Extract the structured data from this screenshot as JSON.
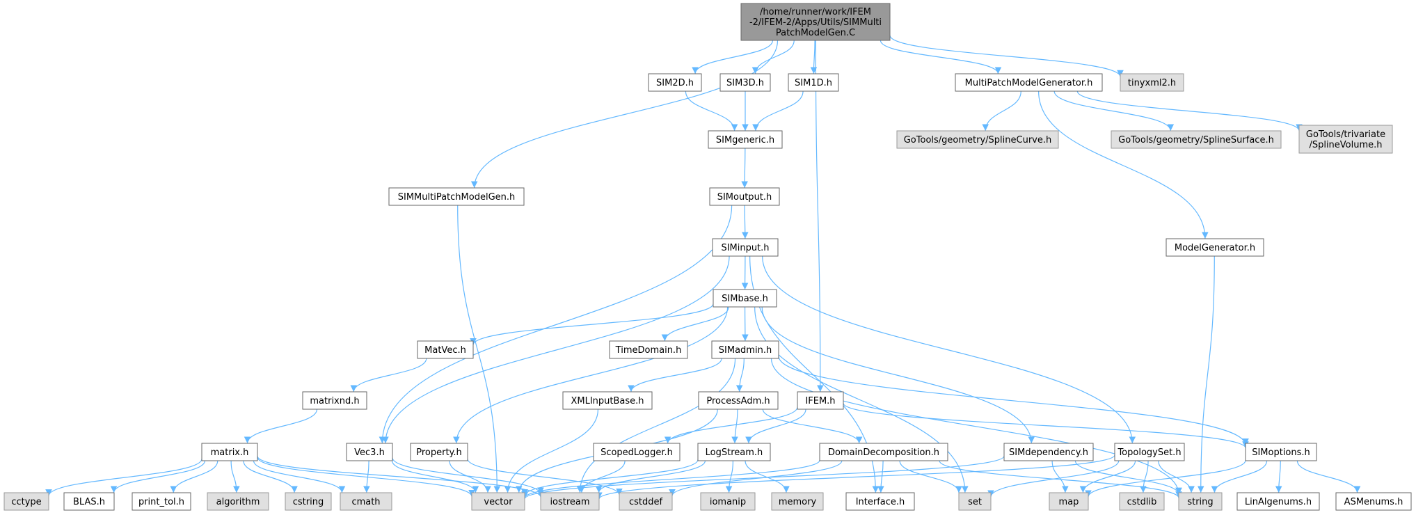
{
  "graph": {
    "colors": {
      "edge": "#63b8ff",
      "root_fill": "#999999",
      "root_border": "#666666",
      "local_fill": "#ffffff",
      "local_border": "#666666",
      "external_fill": "#e0e0e0",
      "external_border": "#999999"
    },
    "nodes": [
      {
        "id": "root",
        "lines": [
          "/home/runner/work/IFEM",
          "-2/IFEM-2/Apps/Utils/SIMMulti",
          "PatchModelGen.C"
        ],
        "kind": "root"
      },
      {
        "id": "sim2d",
        "lines": [
          "SIM2D.h"
        ],
        "kind": "local"
      },
      {
        "id": "sim3d",
        "lines": [
          "SIM3D.h"
        ],
        "kind": "local"
      },
      {
        "id": "sim1d",
        "lines": [
          "SIM1D.h"
        ],
        "kind": "local"
      },
      {
        "id": "mpmg",
        "lines": [
          "MultiPatchModelGenerator.h"
        ],
        "kind": "local"
      },
      {
        "id": "tinyxml",
        "lines": [
          "tinyxml2.h"
        ],
        "kind": "external"
      },
      {
        "id": "simgeneric",
        "lines": [
          "SIMgeneric.h"
        ],
        "kind": "local"
      },
      {
        "id": "splinecurve",
        "lines": [
          "GoTools/geometry/SplineCurve.h"
        ],
        "kind": "external"
      },
      {
        "id": "splinesurf",
        "lines": [
          "GoTools/geometry/SplineSurface.h"
        ],
        "kind": "external"
      },
      {
        "id": "splinevol",
        "lines": [
          "GoTools/trivariate",
          "/SplineVolume.h"
        ],
        "kind": "external"
      },
      {
        "id": "simmpmg",
        "lines": [
          "SIMMultiPatchModelGen.h"
        ],
        "kind": "local"
      },
      {
        "id": "simoutput",
        "lines": [
          "SIMoutput.h"
        ],
        "kind": "local"
      },
      {
        "id": "modelgen",
        "lines": [
          "ModelGenerator.h"
        ],
        "kind": "local"
      },
      {
        "id": "siminput",
        "lines": [
          "SIMinput.h"
        ],
        "kind": "local"
      },
      {
        "id": "simbase",
        "lines": [
          "SIMbase.h"
        ],
        "kind": "local"
      },
      {
        "id": "matvec",
        "lines": [
          "MatVec.h"
        ],
        "kind": "local"
      },
      {
        "id": "timedomain",
        "lines": [
          "TimeDomain.h"
        ],
        "kind": "local"
      },
      {
        "id": "simadmin",
        "lines": [
          "SIMadmin.h"
        ],
        "kind": "local"
      },
      {
        "id": "matrixnd",
        "lines": [
          "matrixnd.h"
        ],
        "kind": "local"
      },
      {
        "id": "xmlinput",
        "lines": [
          "XMLInputBase.h"
        ],
        "kind": "local"
      },
      {
        "id": "processadm",
        "lines": [
          "ProcessAdm.h"
        ],
        "kind": "local"
      },
      {
        "id": "ifem",
        "lines": [
          "IFEM.h"
        ],
        "kind": "local"
      },
      {
        "id": "matrix",
        "lines": [
          "matrix.h"
        ],
        "kind": "local"
      },
      {
        "id": "vec3",
        "lines": [
          "Vec3.h"
        ],
        "kind": "local"
      },
      {
        "id": "property",
        "lines": [
          "Property.h"
        ],
        "kind": "local"
      },
      {
        "id": "scopedlogger",
        "lines": [
          "ScopedLogger.h"
        ],
        "kind": "local"
      },
      {
        "id": "logstream",
        "lines": [
          "LogStream.h"
        ],
        "kind": "local"
      },
      {
        "id": "domaindecomp",
        "lines": [
          "DomainDecomposition.h"
        ],
        "kind": "local"
      },
      {
        "id": "simdependency",
        "lines": [
          "SIMdependency.h"
        ],
        "kind": "local"
      },
      {
        "id": "topologyset",
        "lines": [
          "TopologySet.h"
        ],
        "kind": "local"
      },
      {
        "id": "simoptions",
        "lines": [
          "SIMoptions.h"
        ],
        "kind": "local"
      },
      {
        "id": "cctype",
        "lines": [
          "cctype"
        ],
        "kind": "external"
      },
      {
        "id": "blas",
        "lines": [
          "BLAS.h"
        ],
        "kind": "local"
      },
      {
        "id": "printtol",
        "lines": [
          "print_tol.h"
        ],
        "kind": "local"
      },
      {
        "id": "algorithm",
        "lines": [
          "algorithm"
        ],
        "kind": "external"
      },
      {
        "id": "cstring",
        "lines": [
          "cstring"
        ],
        "kind": "external"
      },
      {
        "id": "cmath",
        "lines": [
          "cmath"
        ],
        "kind": "external"
      },
      {
        "id": "vector",
        "lines": [
          "vector"
        ],
        "kind": "external"
      },
      {
        "id": "iostream",
        "lines": [
          "iostream"
        ],
        "kind": "external"
      },
      {
        "id": "cstddef",
        "lines": [
          "cstddef"
        ],
        "kind": "external"
      },
      {
        "id": "iomanip",
        "lines": [
          "iomanip"
        ],
        "kind": "external"
      },
      {
        "id": "memory",
        "lines": [
          "memory"
        ],
        "kind": "external"
      },
      {
        "id": "interface",
        "lines": [
          "Interface.h"
        ],
        "kind": "local"
      },
      {
        "id": "set",
        "lines": [
          "set"
        ],
        "kind": "external"
      },
      {
        "id": "map",
        "lines": [
          "map"
        ],
        "kind": "external"
      },
      {
        "id": "cstdlib",
        "lines": [
          "cstdlib"
        ],
        "kind": "external"
      },
      {
        "id": "string",
        "lines": [
          "string"
        ],
        "kind": "external"
      },
      {
        "id": "linalgenums",
        "lines": [
          "LinAlgenums.h"
        ],
        "kind": "local"
      },
      {
        "id": "asmenums",
        "lines": [
          "ASMenums.h"
        ],
        "kind": "local"
      }
    ],
    "edges": [
      [
        "root",
        "sim2d"
      ],
      [
        "root",
        "sim3d"
      ],
      [
        "root",
        "sim1d"
      ],
      [
        "root",
        "mpmg"
      ],
      [
        "root",
        "tinyxml"
      ],
      [
        "root",
        "simmpmg"
      ],
      [
        "root",
        "ifem"
      ],
      [
        "sim2d",
        "simgeneric"
      ],
      [
        "sim3d",
        "simgeneric"
      ],
      [
        "sim1d",
        "simgeneric"
      ],
      [
        "mpmg",
        "splinecurve"
      ],
      [
        "mpmg",
        "splinesurf"
      ],
      [
        "mpmg",
        "splinevol"
      ],
      [
        "mpmg",
        "modelgen"
      ],
      [
        "simgeneric",
        "simoutput"
      ],
      [
        "simmpmg",
        "vector"
      ],
      [
        "simoutput",
        "siminput"
      ],
      [
        "simoutput",
        "vec3"
      ],
      [
        "modelgen",
        "string"
      ],
      [
        "siminput",
        "simbase"
      ],
      [
        "siminput",
        "vec3"
      ],
      [
        "siminput",
        "topologyset"
      ],
      [
        "siminput",
        "interface"
      ],
      [
        "simbase",
        "matvec"
      ],
      [
        "simbase",
        "timedomain"
      ],
      [
        "simbase",
        "simadmin"
      ],
      [
        "simbase",
        "property"
      ],
      [
        "simbase",
        "simdependency"
      ],
      [
        "simbase",
        "set"
      ],
      [
        "matvec",
        "matrixnd"
      ],
      [
        "matrixnd",
        "matrix"
      ],
      [
        "simadmin",
        "xmlinput"
      ],
      [
        "simadmin",
        "processadm"
      ],
      [
        "simadmin",
        "iostream"
      ],
      [
        "simadmin",
        "simoptions"
      ],
      [
        "simadmin",
        "string"
      ],
      [
        "xmlinput",
        "vector"
      ],
      [
        "processadm",
        "logstream"
      ],
      [
        "processadm",
        "domaindecomp"
      ],
      [
        "processadm",
        "vector"
      ],
      [
        "ifem",
        "scopedlogger"
      ],
      [
        "ifem",
        "logstream"
      ],
      [
        "ifem",
        "simoptions"
      ],
      [
        "matrix",
        "cctype"
      ],
      [
        "matrix",
        "blas"
      ],
      [
        "matrix",
        "printtol"
      ],
      [
        "matrix",
        "algorithm"
      ],
      [
        "matrix",
        "cstring"
      ],
      [
        "matrix",
        "cmath"
      ],
      [
        "matrix",
        "vector"
      ],
      [
        "matrix",
        "iostream"
      ],
      [
        "vec3",
        "cmath"
      ],
      [
        "vec3",
        "vector"
      ],
      [
        "vec3",
        "iostream"
      ],
      [
        "property",
        "vector"
      ],
      [
        "property",
        "cstddef"
      ],
      [
        "scopedlogger",
        "iostream"
      ],
      [
        "logstream",
        "vector"
      ],
      [
        "logstream",
        "iostream"
      ],
      [
        "logstream",
        "iomanip"
      ],
      [
        "logstream",
        "memory"
      ],
      [
        "domaindecomp",
        "cstddef"
      ],
      [
        "domaindecomp",
        "interface"
      ],
      [
        "domaindecomp",
        "set"
      ],
      [
        "domaindecomp",
        "string"
      ],
      [
        "domaindecomp",
        "vector"
      ],
      [
        "simdependency",
        "vector"
      ],
      [
        "simdependency",
        "map"
      ],
      [
        "simdependency",
        "string"
      ],
      [
        "topologyset",
        "set"
      ],
      [
        "topologyset",
        "map"
      ],
      [
        "topologyset",
        "cstdlib"
      ],
      [
        "topologyset",
        "string"
      ],
      [
        "topologyset",
        "iostream"
      ],
      [
        "simoptions",
        "map"
      ],
      [
        "simoptions",
        "string"
      ],
      [
        "simoptions",
        "linalgenums"
      ],
      [
        "simoptions",
        "asmenums"
      ]
    ]
  }
}
